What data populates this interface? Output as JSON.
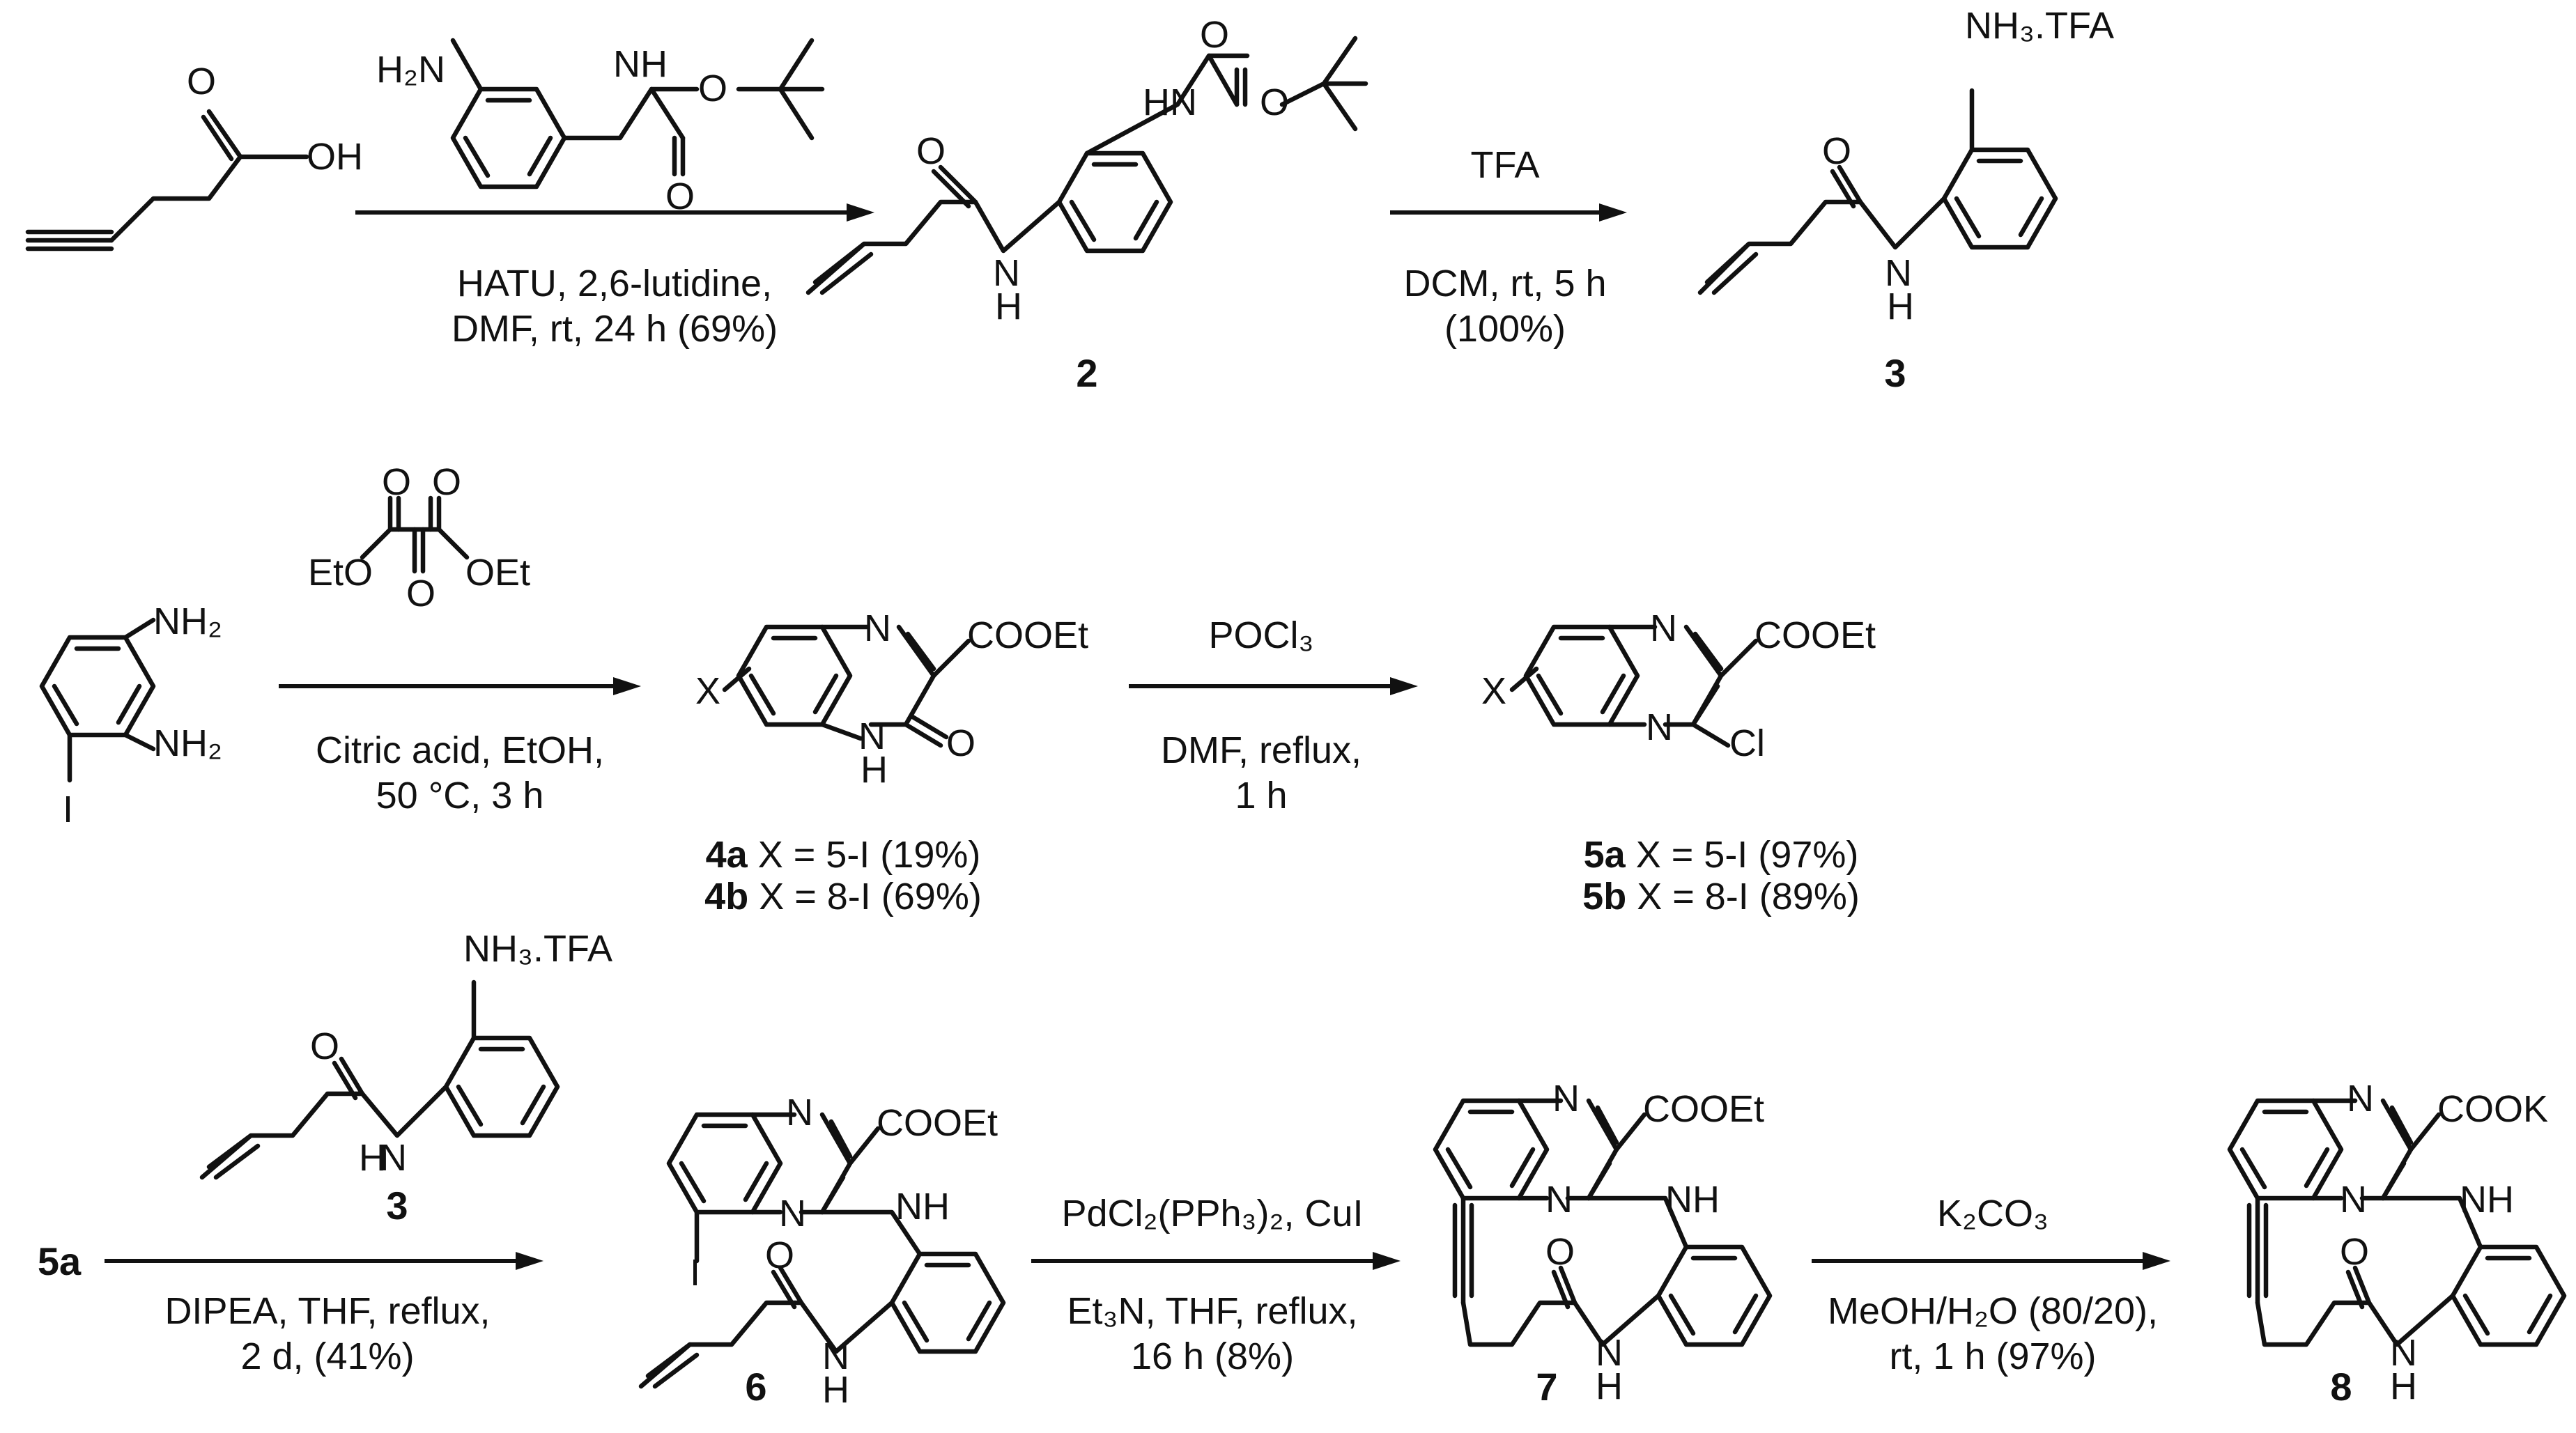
{
  "atom_labels": {
    "oh": "OH",
    "h2n": "H₂N",
    "nh": "NH",
    "hn": "HN",
    "h": "H",
    "o": "O",
    "nh3tfa": "NH₃.TFA",
    "eto": "EtO",
    "oet": "OEt",
    "nh2": "NH₂",
    "n": "N",
    "i": "I",
    "x": "X",
    "cooet": "COOEt",
    "cl": "Cl",
    "cook": "COOK"
  },
  "compounds": {
    "c2": "2",
    "c3": "3",
    "c3b": "3",
    "c5a": "5a",
    "c6": "6",
    "c7": "7",
    "c8": "8"
  },
  "reactions": {
    "r1": {
      "above": "",
      "below1": "HATU, 2,6-lutidine,",
      "below2": "DMF,  rt,  24 h (69%)"
    },
    "r2": {
      "above": "TFA",
      "below1": "DCM, rt, 5 h",
      "below2": "(100%)"
    },
    "r3": {
      "above": "",
      "below1": "Citric acid, EtOH,",
      "below2": "50 °C, 3 h"
    },
    "r4": {
      "above": "POCl₃",
      "below1": "DMF,  reflux,",
      "below2": "1 h"
    },
    "r5": {
      "above": "",
      "below1": "DIPEA, THF,  reflux,",
      "below2": "2 d, (41%)"
    },
    "r6": {
      "above": "PdCl₂(PPh₃)₂, CuI",
      "below1": "Et₃N, THF,  reflux,",
      "below2": "16 h (8%)"
    },
    "r7": {
      "above": "K₂CO₃",
      "below1": "MeOH/H₂O (80/20),",
      "below2": "rt, 1 h (97%)"
    }
  },
  "yields": {
    "y4a": {
      "id": "4a",
      "text": " X =  5-I (19%)"
    },
    "y4b": {
      "id": "4b",
      "text": " X = 8-I (69%)"
    },
    "y5a": {
      "id": "5a",
      "text": " X = 5-I (97%)"
    },
    "y5b": {
      "id": "5b",
      "text": " X = 8-I (89%)"
    }
  }
}
